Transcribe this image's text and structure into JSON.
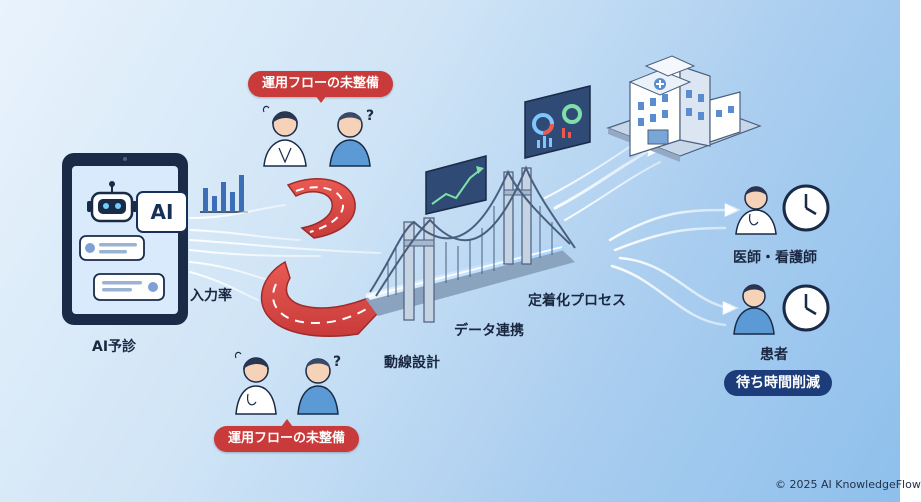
{
  "callouts": {
    "top": "運用フローの未整備",
    "bottom": "運用フローの未整備"
  },
  "tablet": {
    "ai_badge": "AI",
    "caption": "AI予診"
  },
  "labels": {
    "input_rate": "入力率",
    "flow_design": "動線設計",
    "data_link": "データ連携",
    "adoption_process": "定着化プロセス"
  },
  "outcomes": {
    "staff": "医師・看護師",
    "patient": "患者",
    "result_badge": "待ち時間削減"
  },
  "copyright": "© 2025 AI KnowledgeFlow",
  "colors": {
    "accent_red": "#c83b3a",
    "navy": "#1d3d7a",
    "bridge_steel": "#b9c8da",
    "flow_blue": "#ffffff"
  }
}
